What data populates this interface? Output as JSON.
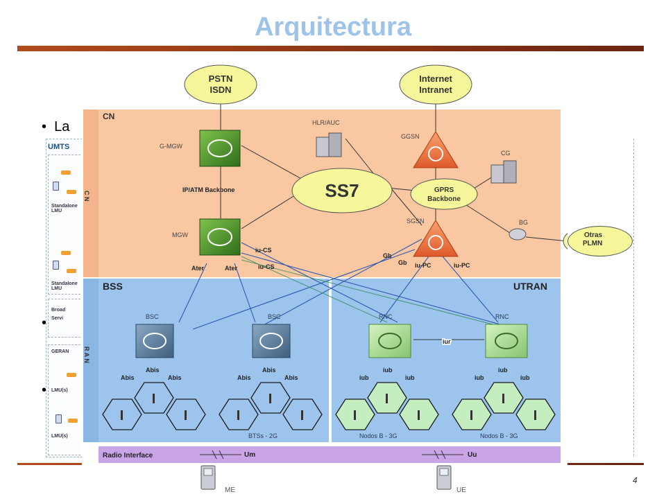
{
  "slide": {
    "title": "Arquitectura",
    "bullet_text": "La",
    "page_number": "4"
  },
  "left_panel": {
    "header": "UMTS",
    "labels": [
      "Broad",
      "Servi",
      "GERAN"
    ],
    "small_labels": [
      "Standalone LMU",
      "Standalone LMU",
      "LMU(s)",
      "LMU(s)"
    ]
  },
  "diagram": {
    "clouds": {
      "pstn": [
        "PSTN",
        "ISDN"
      ],
      "internet": [
        "Internet",
        "Intranet"
      ],
      "ss7": "SS7",
      "gprs": [
        "GPRS",
        "Backbone"
      ],
      "plmn": [
        "Otras",
        "PLMN"
      ]
    },
    "regions": {
      "cn": "CN",
      "cn_side": "C N",
      "bss": "BSS",
      "utran": "UTRAN",
      "ran_side": "R A N",
      "radio": "Radio Interface"
    },
    "nodes": {
      "gmgw": "G-MGW",
      "mgw": "MGW",
      "hlr": "HLR/AUC",
      "ggsn": "GGSN",
      "sgsn": "SGSN",
      "cg": "CG",
      "bg": "BG",
      "bsc": "BSC",
      "rnc": "RNC",
      "btss": "BTSs - 2G",
      "nodosb": "Nodos B - 3G",
      "me": "ME",
      "ue": "UE"
    },
    "links": {
      "ipatm": "IP/ATM Backbone",
      "iucs": "iu-CS",
      "iupc": "iu-PC",
      "gb": "Gb",
      "ater": "Ater",
      "abis": "Abis",
      "iub": "iub",
      "iur": "iur",
      "um": "Um",
      "uu": "Uu"
    }
  }
}
